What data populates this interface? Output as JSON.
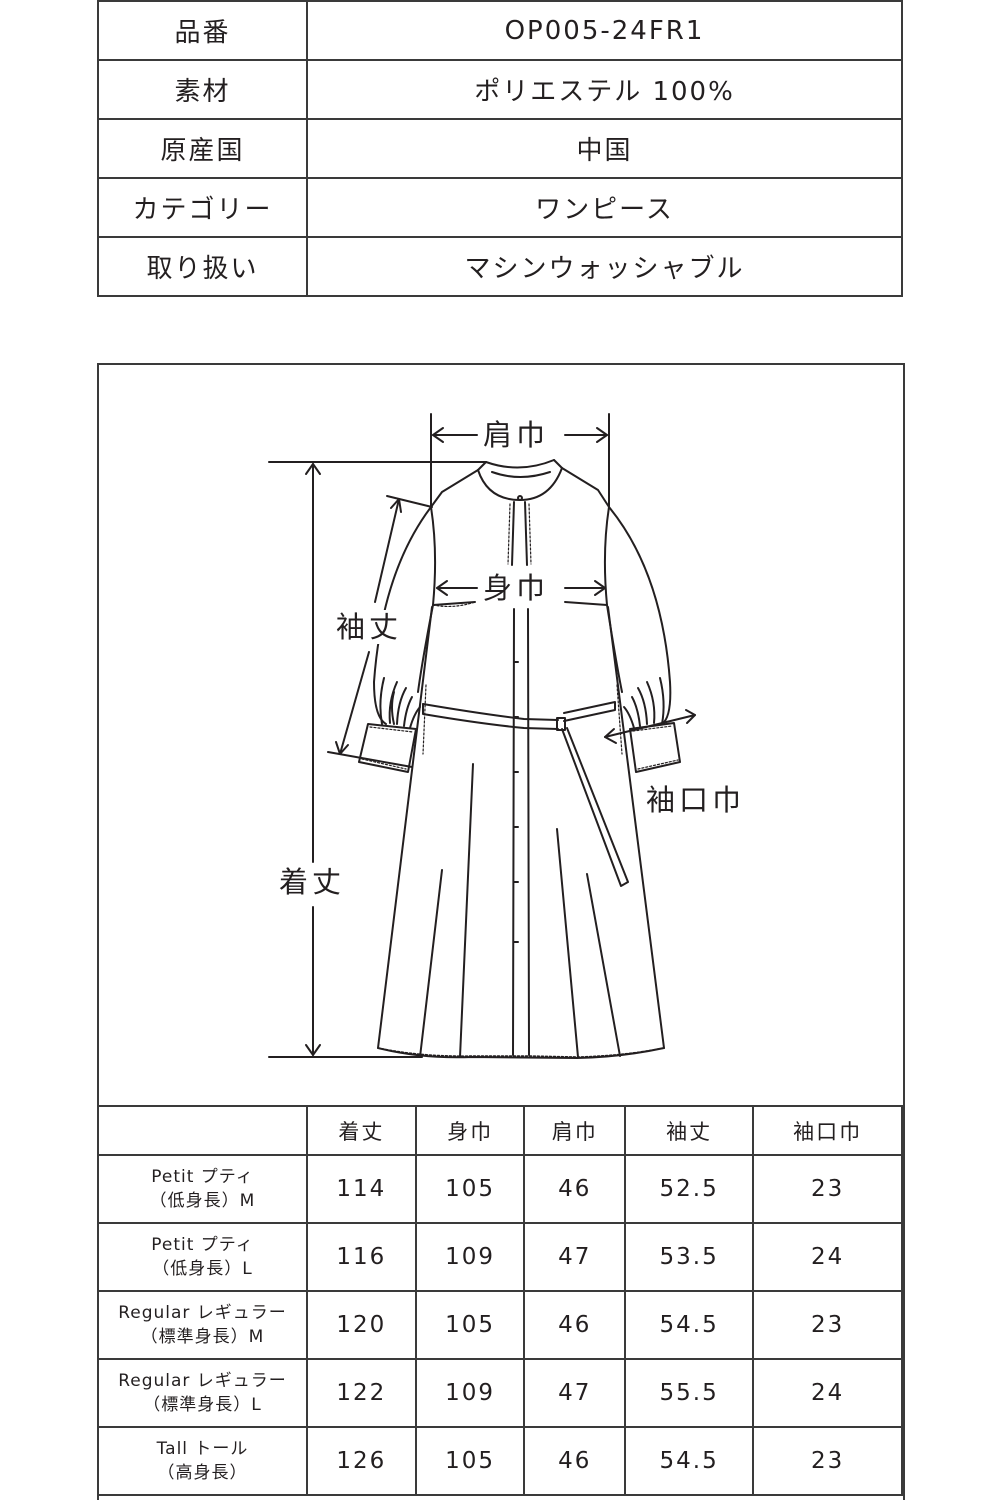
{
  "spec": {
    "rows": [
      {
        "key": "品番",
        "value": "OP005-24FR1"
      },
      {
        "key": "素材",
        "value": "ポリエステル 100%"
      },
      {
        "key": "原産国",
        "value": "中国"
      },
      {
        "key": "カテゴリー",
        "value": "ワンピース"
      },
      {
        "key": "取り扱い",
        "value": "マシンウォッシャブル"
      }
    ]
  },
  "diagram": {
    "labels": {
      "shoulder_width": "肩巾",
      "body_width": "身巾",
      "sleeve_length": "袖丈",
      "total_length": "着丈",
      "cuff_width": "袖口巾"
    },
    "line_color": "#231f20"
  },
  "sizes": {
    "headers": [
      "",
      "着丈",
      "身巾",
      "肩巾",
      "袖丈",
      "袖口巾"
    ],
    "rows": [
      {
        "line1": "Petit プティ",
        "line2": "（低身長）M",
        "values": [
          "114",
          "105",
          "46",
          "52.5",
          "23"
        ]
      },
      {
        "line1": "Petit プティ",
        "line2": "（低身長）L",
        "values": [
          "116",
          "109",
          "47",
          "53.5",
          "24"
        ]
      },
      {
        "line1": "Regular レギュラー",
        "line2": "（標準身長）M",
        "values": [
          "120",
          "105",
          "46",
          "54.5",
          "23"
        ]
      },
      {
        "line1": "Regular レギュラー",
        "line2": "（標準身長）L",
        "values": [
          "122",
          "109",
          "47",
          "55.5",
          "24"
        ]
      },
      {
        "line1": "Tall トール",
        "line2": "（高身長）",
        "values": [
          "126",
          "105",
          "46",
          "54.5",
          "23"
        ]
      }
    ]
  }
}
